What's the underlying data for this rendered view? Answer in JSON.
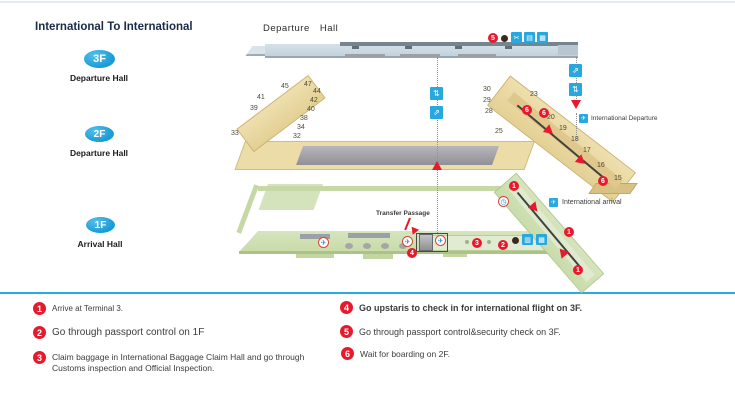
{
  "title": "International To International",
  "floors": [
    {
      "badge": "3F",
      "label": "Departure Hall"
    },
    {
      "badge": "2F",
      "label": "Departure Hall"
    },
    {
      "badge": "1F",
      "label": "Arrival Hall"
    }
  ],
  "diagram": {
    "hall_label": "Departure Hall",
    "transfer_label": "Transfer Passage",
    "intl_departure": "International Departure",
    "intl_arrival": "International arrival",
    "gates_left": [
      "45",
      "47",
      "44",
      "41",
      "42",
      "39",
      "40",
      "38",
      "34",
      "33",
      "32"
    ],
    "gates_right": [
      "30",
      "29",
      "28",
      "25",
      "23",
      "20",
      "19",
      "18",
      "17",
      "16",
      "15"
    ],
    "markers": {
      "m1": "1",
      "m2": "2",
      "m3": "3",
      "m4": "4",
      "m5": "5",
      "m6": "6"
    }
  },
  "steps": [
    {
      "num": "1",
      "text": "Arrive at Terminal 3."
    },
    {
      "num": "2",
      "text": "Go through passport control on 1F"
    },
    {
      "num": "3",
      "text": "Claim baggage in International Baggage  Claim Hall and go through Customs inspection and Official Inspection."
    },
    {
      "num": "4",
      "text": "Go upstaris to check in for international flight on 3F."
    },
    {
      "num": "5",
      "text": "Go through passport control&security check on 3F."
    },
    {
      "num": "6",
      "text": "Wait for boarding on 2F."
    }
  ],
  "colors": {
    "accent_blue": "#1b9cd8",
    "marker_red": "#e8192d",
    "separator_blue": "#29abe2",
    "floor_tan": "#ecdca8",
    "floor_green": "#d2e2b8",
    "floor_blue_gray": "#ccdae3"
  }
}
